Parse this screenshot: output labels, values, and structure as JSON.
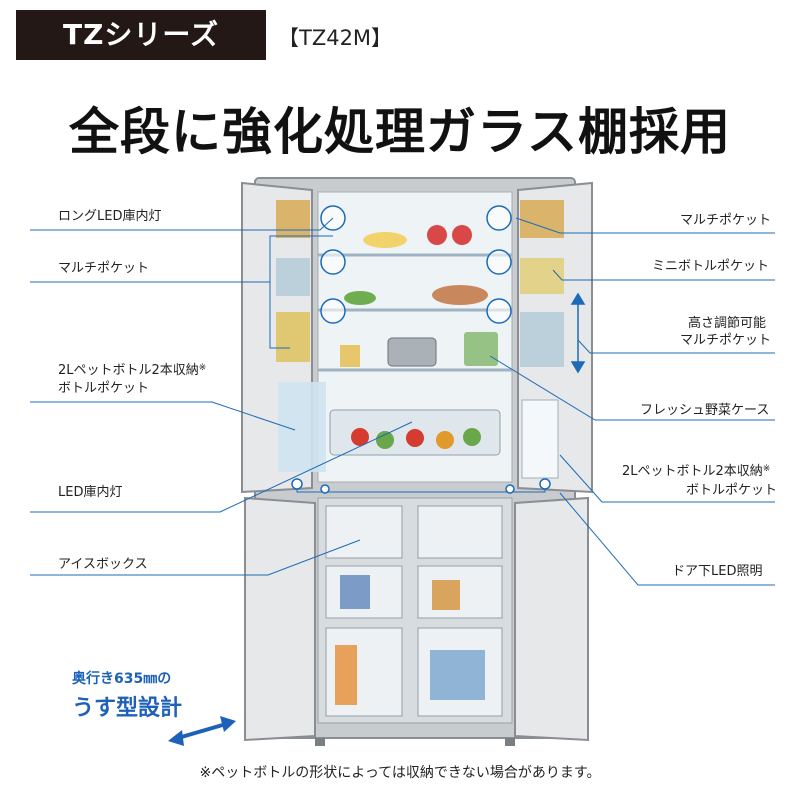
{
  "series_badge": "TZシリーズ",
  "model": "【TZ42M】",
  "headline": "全段に強化処理ガラス棚採用",
  "labels_left": {
    "led_light_long": "ロングLED庫内灯",
    "multi_pocket": "マルチポケット",
    "bottle_2l_a": "2Lペットボトル2本収納",
    "bottle_2l_a_mark": "※",
    "bottle_pocket_a": "ボトルポケット",
    "led_light": "LED庫内灯",
    "ice_box": "アイスボックス"
  },
  "labels_right": {
    "multi_pocket": "マルチポケット",
    "mini_bottle_pocket": "ミニボトルポケット",
    "adjustable": "高さ調節可能",
    "adjustable_pocket": "マルチポケット",
    "fresh_veg_case": "フレッシュ野菜ケース",
    "bottle_2l_b": "2Lペットボトル2本収納",
    "bottle_2l_b_mark": "※",
    "bottle_pocket_b": "ボトルポケット",
    "door_led": "ドア下LED照明"
  },
  "depth": {
    "line1": "奥行き635㎜の",
    "line2": "うす型設計"
  },
  "footnote": "※ペットボトルの形状によっては収納できない場合があります。",
  "colors": {
    "badge_bg": "#231815",
    "callout_line": "#1d6bb8",
    "accent_blue": "#1d61b8"
  }
}
